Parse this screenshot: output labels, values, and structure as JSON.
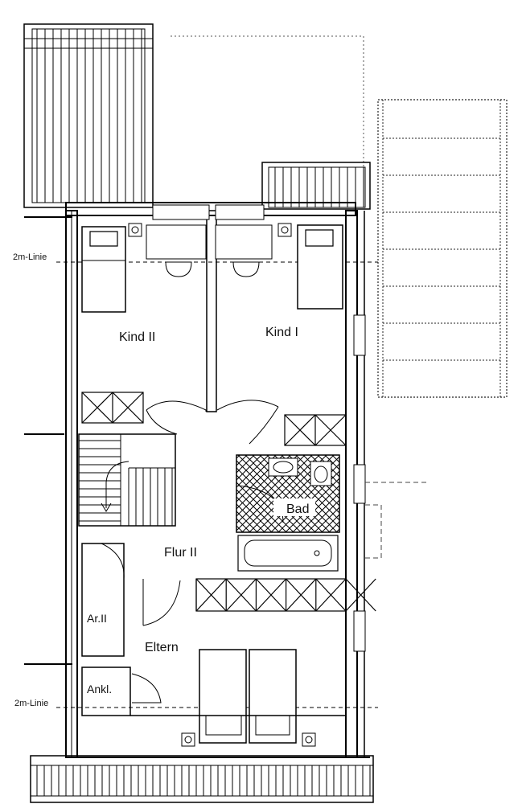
{
  "plan": {
    "rooms": {
      "kind_2": "Kind II",
      "kind_1": "Kind I",
      "bad": "Bad",
      "flur_2": "Flur II",
      "ar_2": "Ar.II",
      "eltern": "Eltern",
      "ankl": "Ankl."
    },
    "lines": {
      "upper": "2m-Linie",
      "lower": "2m-Linie"
    }
  }
}
